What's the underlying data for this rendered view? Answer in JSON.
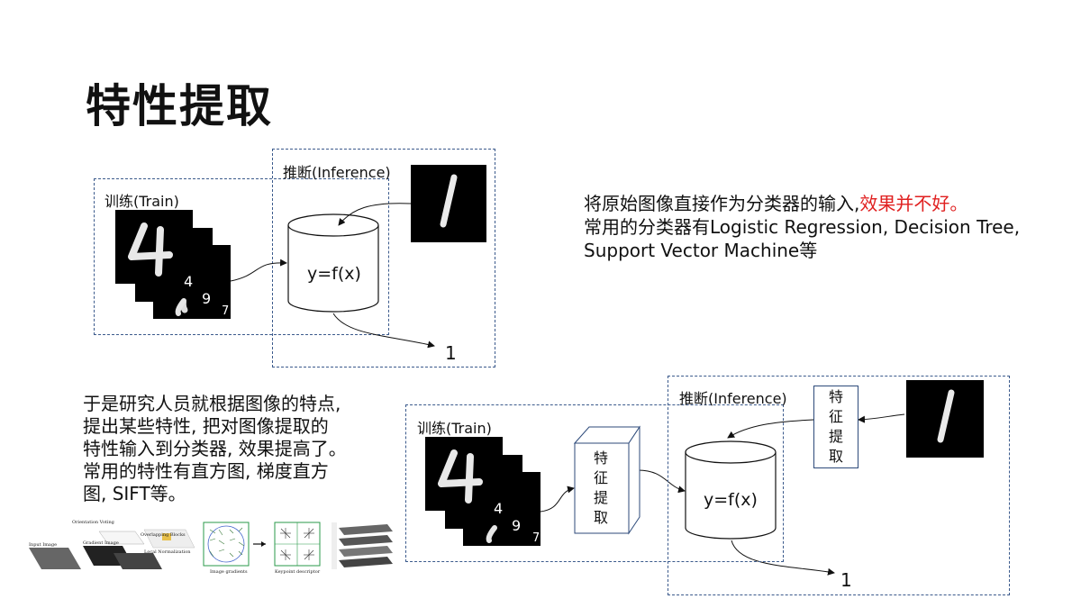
{
  "slide": {
    "title": "特性提取"
  },
  "diagram_top": {
    "train_label": "训练(Train)",
    "inference_label": "推断(Inference)",
    "model_label": "y=f(x)",
    "output": "1",
    "sample_digits": [
      "4",
      "9",
      "7"
    ]
  },
  "right_text": {
    "line1_normal": "将原始图像直接作为分类器的输入,",
    "line1_highlight": "效果并不好。",
    "line2": "常用的分类器有Logistic Regression, Decision Tree,",
    "line3": "Support Vector Machine等",
    "highlight_color": "#e02020"
  },
  "left_text": {
    "lines": [
      "于是研究人员就根据图像的特点,",
      "提出某些特性, 把对图像提取的",
      "特性输入到分类器, 效果提高了。",
      "常用的特性有直方图, 梯度直方",
      "图, SIFT等。"
    ]
  },
  "diagram_bottom": {
    "train_label": "训练(Train)",
    "inference_label": "推断(Inference)",
    "feature_box_label": "特征提取",
    "feature_chars": [
      "特",
      "征",
      "提",
      "取"
    ],
    "model_label": "y=f(x)",
    "output": "1",
    "sample_digits": [
      "4",
      "9",
      "7"
    ]
  },
  "thumbnails": {
    "hog_labels": [
      "Orientation Voting",
      "Overlapping Blocks",
      "Input Image",
      "Gradient Image",
      "Local Normalization"
    ],
    "sift_labels": [
      "Image gradients",
      "Keypoint descriptor"
    ]
  }
}
